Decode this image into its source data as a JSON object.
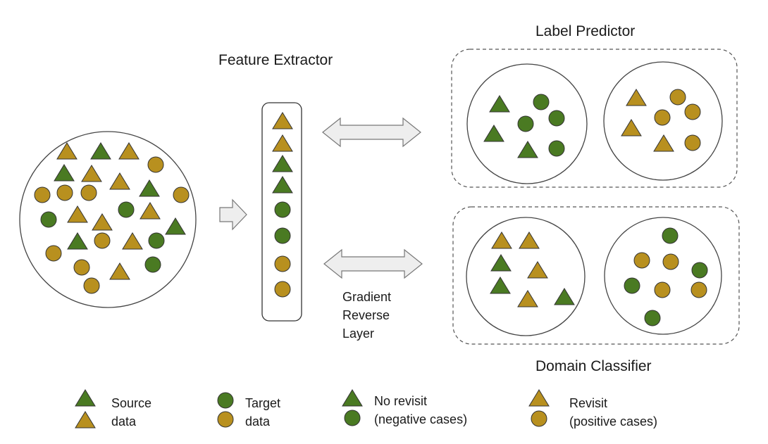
{
  "labels": {
    "feature_extractor": "Feature Extractor",
    "label_predictor": "Label Predictor",
    "domain_classifier": "Domain Classifier",
    "grl_line1": "Gradient",
    "grl_line2": "Reverse",
    "grl_line3": "Layer"
  },
  "legend": {
    "source_line1": "Source",
    "source_line2": "data",
    "target_line1": "Target",
    "target_line2": "data",
    "norevisit_line1": "No revisit",
    "norevisit_line2": "(negative cases)",
    "revisit_line1": "Revisit",
    "revisit_line2": "(positive cases)"
  },
  "colors": {
    "green": "#4a7a22",
    "gold": "#b8901f",
    "outline": "#333333",
    "arrow_fill": "#eeeeee",
    "arrow_stroke": "#777777"
  }
}
